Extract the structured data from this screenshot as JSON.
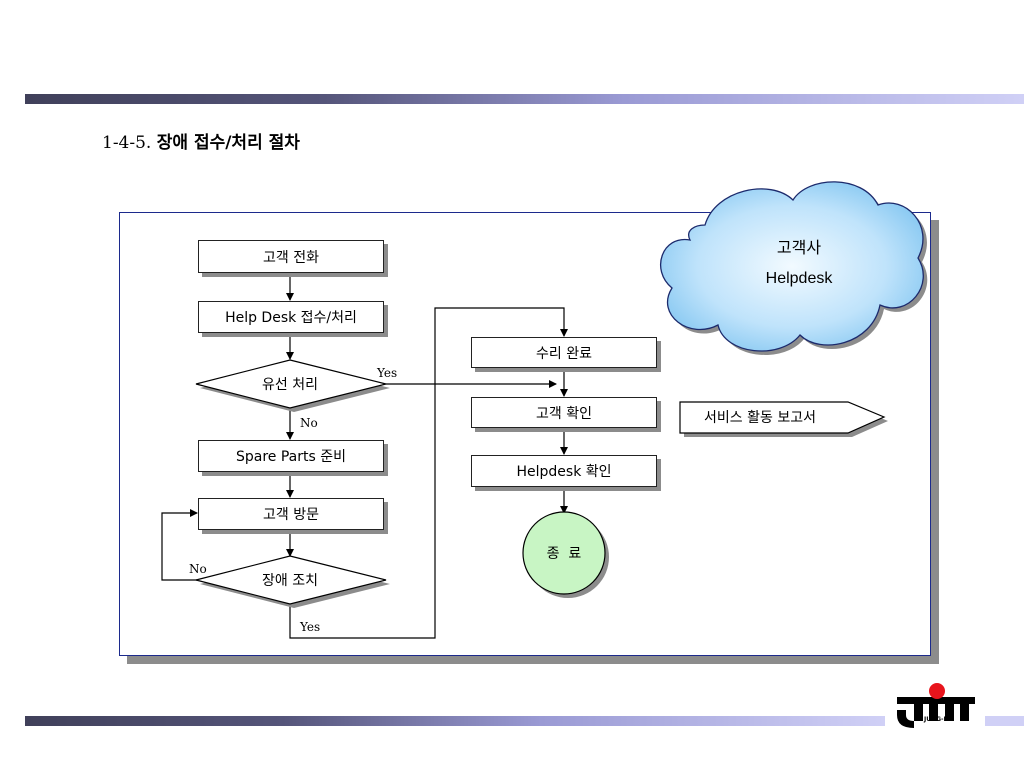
{
  "heading": {
    "number": "1-4-5.",
    "title": "장애 접수/처리 절차"
  },
  "cloud": {
    "line1": "고객사",
    "line2": "Helpdesk"
  },
  "nodes": {
    "customer_call": "고객 전화",
    "helpdesk_receive": "Help Desk 접수/처리",
    "remote_process": "유선 처리",
    "spare_parts": "Spare Parts 준비",
    "customer_visit": "고객 방문",
    "fault_action": "장애 조치",
    "repair_done": "수리 완료",
    "customer_confirm": "고객 확인",
    "helpdesk_confirm": "Helpdesk 확인",
    "end": "종  료",
    "service_report": "서비스 활동 보고서"
  },
  "edge_labels": {
    "remote_yes": "Yes",
    "remote_no": "No",
    "fault_no": "No",
    "fault_yes": "Yes"
  },
  "logo": {
    "text": "JUNG-IL"
  }
}
